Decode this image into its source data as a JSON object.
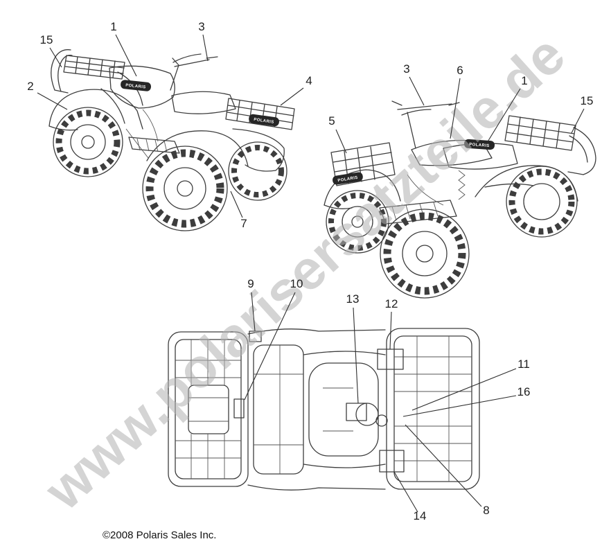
{
  "watermark": "www.polarisersatzteile.de",
  "footer": {
    "copyright": "©2008 Polaris Sales Inc."
  },
  "decal_text": "POLARIS",
  "views": {
    "front_left": {
      "callouts": [
        {
          "label": "1"
        },
        {
          "label": "2"
        },
        {
          "label": "3"
        },
        {
          "label": "4"
        },
        {
          "label": "7"
        },
        {
          "label": "15"
        }
      ]
    },
    "rear_right": {
      "callouts": [
        {
          "label": "1"
        },
        {
          "label": "3"
        },
        {
          "label": "5"
        },
        {
          "label": "6"
        },
        {
          "label": "15"
        }
      ]
    },
    "top": {
      "callouts": [
        {
          "label": "8"
        },
        {
          "label": "9"
        },
        {
          "label": "10"
        },
        {
          "label": "11"
        },
        {
          "label": "12"
        },
        {
          "label": "13"
        },
        {
          "label": "14"
        },
        {
          "label": "16"
        }
      ]
    }
  }
}
